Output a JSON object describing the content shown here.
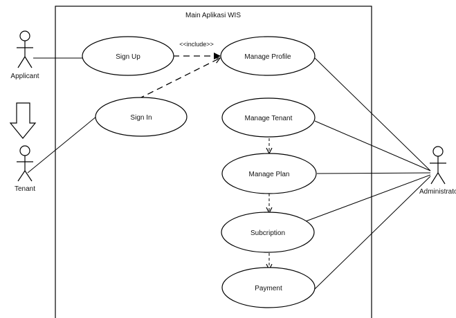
{
  "system": {
    "title": "Main Aplikasi  WIS"
  },
  "actors": {
    "applicant": "Applicant",
    "tenant": "Tenant",
    "administrator": "Administrator"
  },
  "use_cases": {
    "sign_up": "Sign Up",
    "sign_in": "Sign In",
    "manage_profile": "Manage Profile",
    "manage_tenant": "Manage Tenant",
    "manage_plan": "Manage Plan",
    "subscription": "Subcription",
    "payment": "Payment"
  },
  "relations": {
    "include_label": "<<include>>"
  }
}
